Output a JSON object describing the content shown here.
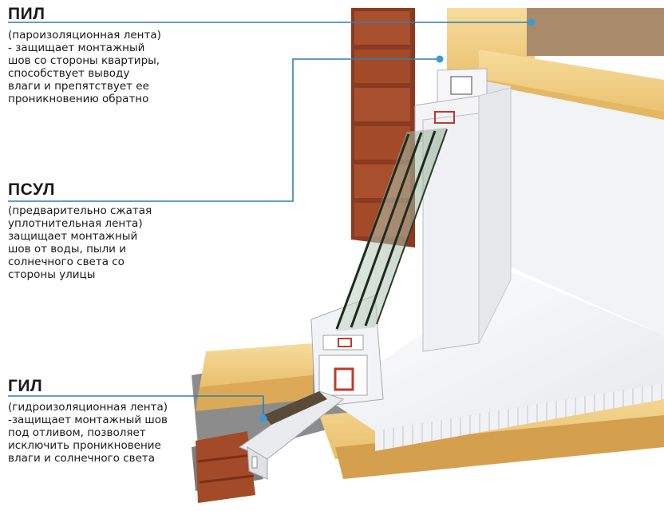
{
  "labels": {
    "pil": {
      "title": "ПИЛ",
      "lines": [
        "(пароизоляционная лента)",
        "- защищает монтажный",
        "шов со стороны квартиры,",
        "способствует выводу",
        "влаги и препятствует ее",
        "проникновению обратно"
      ]
    },
    "psul": {
      "title": "ПСУЛ",
      "lines": [
        "(предварительно сжатая",
        "уплотнительная лента)",
        "защищает монтажный",
        "шов от воды, пыли и",
        "солнечного света со",
        "стороны улицы"
      ]
    },
    "gil": {
      "title": "ГИЛ",
      "lines": [
        "(гидроизоляционная лента)",
        "-защищает монтажный шов",
        "под отливом, позволяет",
        "исключить проникновение",
        "влаги и солнечного света"
      ]
    }
  },
  "colors": {
    "leader_line": "#2e7fb0",
    "leader_dot": "#3a9ad6",
    "brick": "#a34d2c",
    "insulation": "#f1cf86",
    "concrete": "#8e8e8e",
    "pvc": "#f4f4f6",
    "glass": "#9fb7a0",
    "reinforcement": "#c0392b"
  }
}
